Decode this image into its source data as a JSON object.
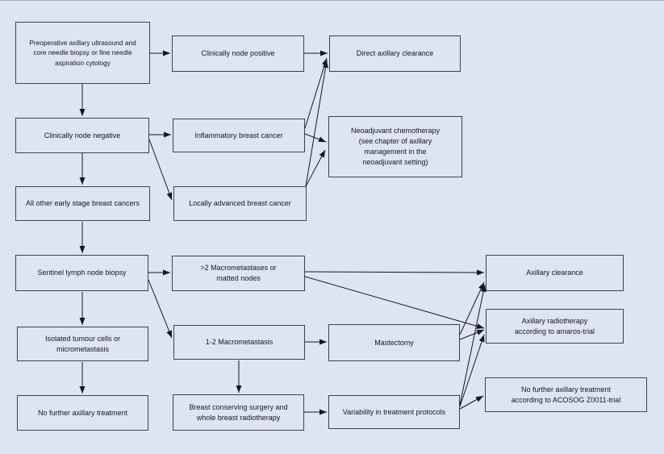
{
  "figure": {
    "type": "flowchart",
    "topic": "Axillary management decision tree for breast cancer",
    "background_color": "#dfe4f3",
    "box_border_color": "#3d424b",
    "arrow_color": "#15171d",
    "nodes": {
      "preop": {
        "label": "Preoperative axillary ultrasound and\ncore needle biopsy or fine needle\naspiration cytology"
      },
      "clin_pos": {
        "label": "Clinically node positive"
      },
      "direct": {
        "label": "Direct axillary clearance"
      },
      "clin_neg": {
        "label": "Clinically node negative"
      },
      "inflammatory": {
        "label": "Inflammatory breast cancer"
      },
      "neoadj": {
        "label": "Neoadjuvant chemotherapy\n(see chapter of axillary\nmanagement in the\nneoadjuvant setting)"
      },
      "all_other": {
        "label": "All other early stage breast cancers"
      },
      "locally_adv": {
        "label": "Locally advanced breast cancer"
      },
      "sentinel": {
        "label": "Sentinel lymph node biopsy"
      },
      "macro2": {
        "label": ">2 Macrometastases or\nmatted nodes"
      },
      "ax_clear": {
        "label": "Axillary clearance"
      },
      "isolated": {
        "label": "Isolated tumour cells or\nmicrometastasis"
      },
      "macro12": {
        "label": "1-2 Macrometastasis"
      },
      "mastectomy": {
        "label": "Mastectomy"
      },
      "ax_radio": {
        "label": "Axillary radiotherapy\naccording to amaros-trial"
      },
      "no_further": {
        "label": "No further axillary treatment"
      },
      "breast_cons": {
        "label": "Breast conserving surgery and\nwhole breast radiotherapy"
      },
      "variability": {
        "label": "Variability in treatment protocols"
      },
      "acosog": {
        "label": "No further axillary treatment\naccording to ACOSOG Z0011-trial"
      }
    },
    "edges": [
      {
        "from": "preop",
        "to": "clin_pos"
      },
      {
        "from": "preop",
        "to": "clin_neg"
      },
      {
        "from": "clin_pos",
        "to": "direct"
      },
      {
        "from": "clin_neg",
        "to": "inflammatory"
      },
      {
        "from": "clin_neg",
        "to": "all_other"
      },
      {
        "from": "clin_neg",
        "to": "locally_adv"
      },
      {
        "from": "inflammatory",
        "to": "direct"
      },
      {
        "from": "inflammatory",
        "to": "neoadj"
      },
      {
        "from": "locally_adv",
        "to": "direct"
      },
      {
        "from": "locally_adv",
        "to": "neoadj"
      },
      {
        "from": "all_other",
        "to": "sentinel"
      },
      {
        "from": "sentinel",
        "to": "macro2"
      },
      {
        "from": "sentinel",
        "to": "isolated"
      },
      {
        "from": "sentinel",
        "to": "macro12"
      },
      {
        "from": "isolated",
        "to": "no_further"
      },
      {
        "from": "macro12",
        "to": "breast_cons"
      },
      {
        "from": "macro12",
        "to": "mastectomy"
      },
      {
        "from": "breast_cons",
        "to": "variability"
      },
      {
        "from": "macro2",
        "to": "ax_clear"
      },
      {
        "from": "macro2",
        "to": "ax_radio"
      },
      {
        "from": "mastectomy",
        "to": "ax_clear"
      },
      {
        "from": "mastectomy",
        "to": "ax_radio"
      },
      {
        "from": "variability",
        "to": "ax_clear"
      },
      {
        "from": "variability",
        "to": "ax_radio"
      },
      {
        "from": "variability",
        "to": "acosog"
      }
    ]
  }
}
